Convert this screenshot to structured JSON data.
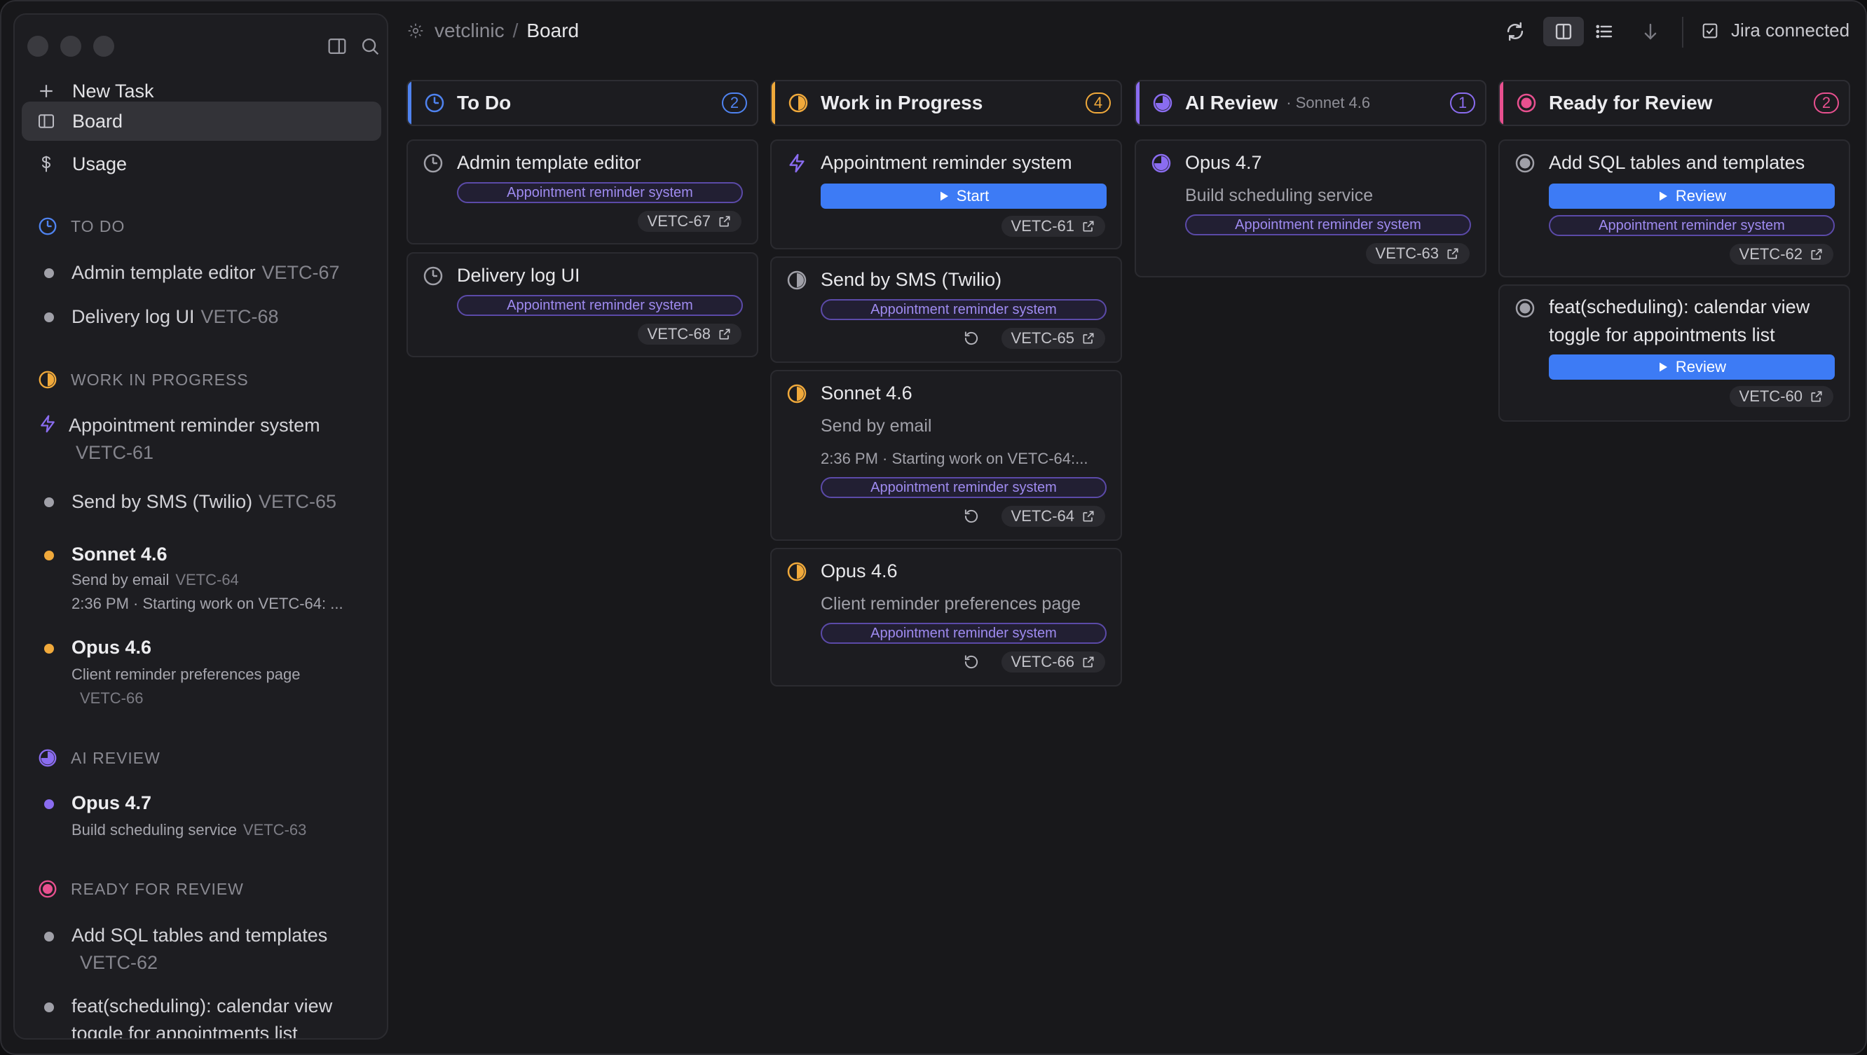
{
  "sidebar": {
    "new_task": "New Task",
    "board": "Board",
    "usage": "Usage",
    "sections": {
      "todo": {
        "heading": "TO DO",
        "items": [
          {
            "title": "Admin template editor",
            "key": "VETC-67"
          },
          {
            "title": "Delivery log UI",
            "key": "VETC-68"
          }
        ]
      },
      "wip": {
        "heading": "WORK IN PROGRESS",
        "items": [
          {
            "title": "Appointment reminder system",
            "key": "VETC-61"
          },
          {
            "title": "Send by SMS (Twilio)",
            "key": "VETC-65"
          },
          {
            "title": "Sonnet 4.6",
            "sub": "Send by email",
            "key": "VETC-64",
            "log": "2:36 PM · Starting work on VETC-64: ..."
          },
          {
            "title": "Opus 4.6",
            "sub": "Client reminder preferences page",
            "key": "VETC-66"
          }
        ]
      },
      "ai": {
        "heading": "AI REVIEW",
        "items": [
          {
            "title": "Opus 4.7",
            "sub": "Build scheduling service",
            "key": "VETC-63"
          }
        ]
      },
      "ready": {
        "heading": "READY FOR REVIEW",
        "items": [
          {
            "title": "Add SQL tables and templates",
            "key": "VETC-62"
          },
          {
            "title_line1": "feat(scheduling): calendar view",
            "title_line2": "toggle for appointments list"
          }
        ]
      }
    }
  },
  "topbar": {
    "project": "vetclinic",
    "separator": "/",
    "page": "Board",
    "jira_status": "Jira connected"
  },
  "columns": [
    {
      "title": "To Do",
      "count": "2",
      "color": "#4f83f0",
      "cards": [
        {
          "title": "Admin template editor",
          "epic": "Appointment reminder system",
          "key": "VETC-67"
        },
        {
          "title": "Delivery log UI",
          "epic": "Appointment reminder system",
          "key": "VETC-68"
        }
      ]
    },
    {
      "title": "Work in Progress",
      "count": "4",
      "color": "#f0a93b",
      "cards": [
        {
          "title": "Appointment reminder system",
          "button": "Start",
          "key": "VETC-61"
        },
        {
          "title": "Send by SMS (Twilio)",
          "epic": "Appointment reminder system",
          "key": "VETC-65"
        },
        {
          "title": "Sonnet 4.6",
          "desc": "Send by email",
          "log": "2:36 PM · Starting work on VETC-64:...",
          "epic": "Appointment reminder system",
          "key": "VETC-64"
        },
        {
          "title": "Opus 4.6",
          "desc": "Client reminder preferences page",
          "epic": "Appointment reminder system",
          "key": "VETC-66"
        }
      ]
    },
    {
      "title": "AI Review",
      "subtitle": "· Sonnet 4.6",
      "count": "1",
      "color": "#8a6cf0",
      "cards": [
        {
          "title": "Opus 4.7",
          "desc": "Build scheduling service",
          "epic": "Appointment reminder system",
          "key": "VETC-63"
        }
      ]
    },
    {
      "title": "Ready for Review",
      "count": "2",
      "color": "#e8508f",
      "cards": [
        {
          "title": "Add SQL tables and templates",
          "button": "Review",
          "epic": "Appointment reminder system",
          "key": "VETC-62"
        },
        {
          "title": "feat(scheduling): calendar view toggle for appointments list",
          "button": "Review",
          "key": "VETC-60"
        }
      ]
    }
  ],
  "colors": {
    "accent_blue": "#3d7bf5",
    "todo": "#4f83f0",
    "wip": "#f0a93b",
    "ai_review": "#8a6cf0",
    "ready": "#e8508f",
    "epic_purple": "#9f8bf0"
  }
}
